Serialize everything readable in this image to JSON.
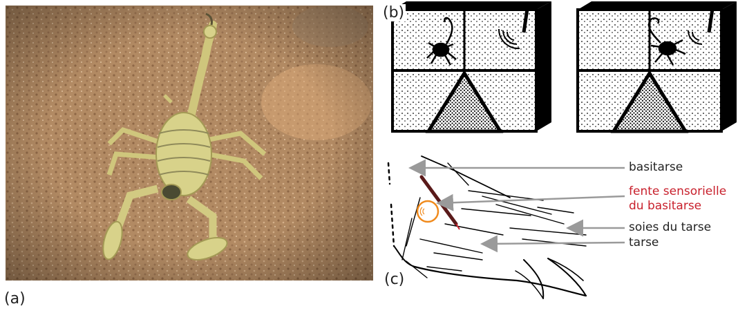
{
  "panels": {
    "a": "(a)",
    "b": "(b)",
    "c": "(c)"
  },
  "annotations": [
    {
      "lines": [
        "basitarse"
      ],
      "color": "#222222"
    },
    {
      "lines": [
        "fente sensorielle",
        "du basitarse"
      ],
      "color": "#c8202c"
    },
    {
      "lines": [
        "soies du tarse"
      ],
      "color": "#222222"
    },
    {
      "lines": [
        "tarse"
      ],
      "color": "#222222"
    }
  ],
  "colors": {
    "arrow": "#9a9a9a",
    "highlight_circle": "#f08a1c",
    "accent_text": "#c8202c"
  }
}
